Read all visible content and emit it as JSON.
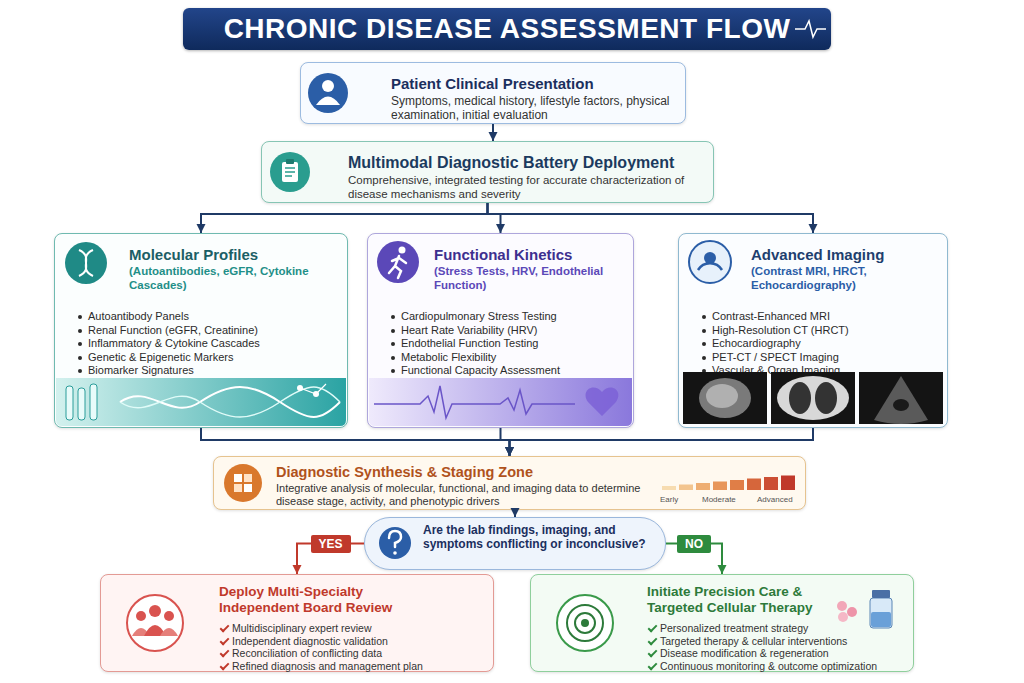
{
  "diagram": {
    "title": "CHRONIC DISEASE ASSESSMENT FLOW",
    "nodes": [
      {
        "text": [
          "Patient Clinical Presentation",
          "Symptoms, medical history, lifestyle factors, physical examination, initial evaluation"
        ]
      },
      {
        "text": [
          "Multimodal Diagnostic Battery Deployment",
          "Comprehensive, integrated testing for accurate characterization of disease mechanisms and severity"
        ]
      },
      {
        "text": [
          "Molecular Profiles",
          "(Autoantibodies, eGFR, Cytokine Cascades)",
          "Autoantibody Panels",
          "Renal Function (eGFR, Creatinine)",
          "Inflammatory & Cytokine Cascades",
          "Genetic & Epigenetic Markers",
          "Biomarker Signatures"
        ]
      },
      {
        "text": [
          "Functional Kinetics",
          "(Stress Tests, HRV, Endothelial Function)",
          "Cardiopulmonary Stress Testing",
          "Heart Rate Variability (HRV)",
          "Endothelial Function Testing",
          "Metabolic Flexibility",
          "Functional Capacity Assessment"
        ]
      },
      {
        "text": [
          "Advanced Imaging",
          "(Contrast MRI, HRCT, Echocardiography)",
          "Contrast-Enhanced MRI",
          "High-Resolution CT (HRCT)",
          "Echocardiography",
          "PET-CT / SPECT Imaging",
          "Vascular & Organ Imaging"
        ]
      },
      {
        "text": [
          "Diagnostic Synthesis & Staging Zone",
          "Integrative analysis of molecular, functional, and imaging data to determine disease stage, activity, and phenotypic drivers",
          "Early",
          "Moderate",
          "Advanced"
        ]
      },
      {
        "text": [
          "Are the lab findings, imaging, and symptoms conflicting or inconclusive?"
        ]
      },
      {
        "text": [
          "Deploy Multi-Specialty Independent Board Review",
          "Multidisciplinary expert review",
          "Independent diagnostic validation",
          "Reconciliation of conflicting data",
          "Refined diagnosis and management plan"
        ]
      },
      {
        "text": [
          "Initiate Precision Care & Targeted Cellular Therapy",
          "Personalized treatment strategy",
          "Targeted therapy & cellular interventions",
          "Disease modification & regeneration",
          "Continuous monitoring & outcome optimization"
        ]
      }
    ],
    "edges": [
      {
        "from": 0,
        "to": 1,
        "arrow": "to"
      },
      {
        "from": 1,
        "to": 2,
        "arrow": "to"
      },
      {
        "from": 1,
        "to": 3,
        "arrow": "to"
      },
      {
        "from": 1,
        "to": 4,
        "arrow": "to"
      },
      {
        "from": 2,
        "to": 5,
        "arrow": "to"
      },
      {
        "from": 3,
        "to": 5,
        "arrow": "to"
      },
      {
        "from": 4,
        "to": 5,
        "arrow": "to"
      },
      {
        "from": 5,
        "to": 6,
        "arrow": "to"
      },
      {
        "from": 6,
        "to": 7,
        "label": "YES",
        "arrow": "to"
      },
      {
        "from": 6,
        "to": 8,
        "label": "NO",
        "arrow": "to"
      }
    ]
  }
}
